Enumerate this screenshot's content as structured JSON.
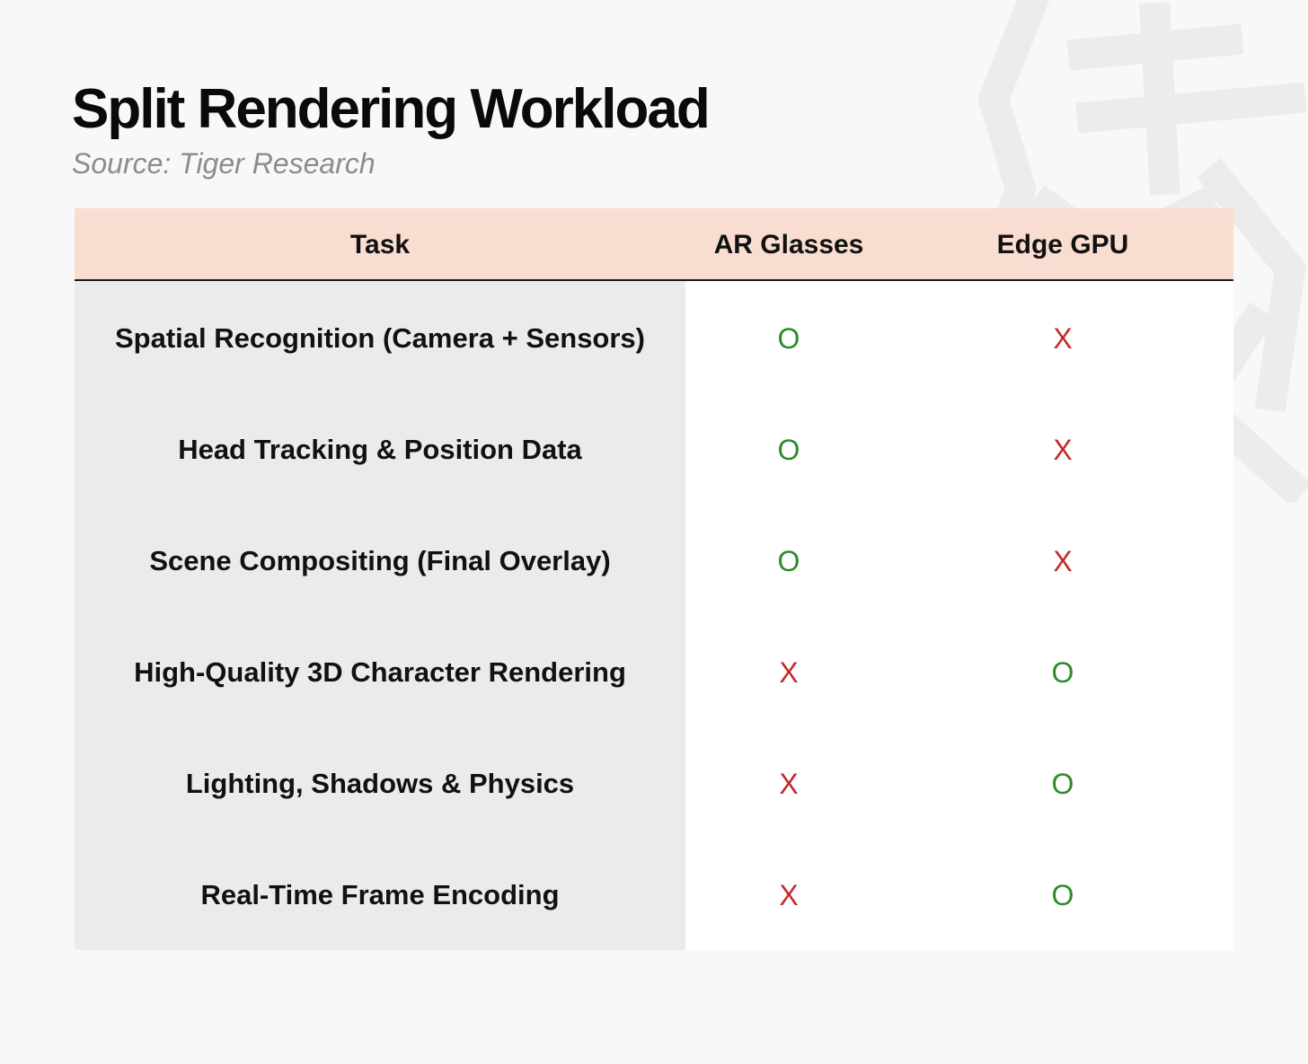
{
  "page": {
    "title": "Split Rendering Workload",
    "subtitle": "Source: Tiger Research"
  },
  "colors": {
    "background": "#f8f8f8",
    "header_bg": "#f8ddd0",
    "task_column_bg": "#ebebeb",
    "yes_color": "#2d8a2d",
    "no_color": "#c62828"
  },
  "chart_data": {
    "type": "table",
    "title": "Split Rendering Workload",
    "subtitle": "Source: Tiger Research",
    "columns": [
      "Task",
      "AR Glasses",
      "Edge GPU"
    ],
    "rows": [
      {
        "task": "Spatial Recognition (Camera + Sensors)",
        "ar": "O",
        "edge": "X"
      },
      {
        "task": "Head Tracking & Position Data",
        "ar": "O",
        "edge": "X"
      },
      {
        "task": "Scene Compositing (Final Overlay)",
        "ar": "O",
        "edge": "X"
      },
      {
        "task": "High-Quality 3D Character Rendering",
        "ar": "X",
        "edge": "O"
      },
      {
        "task": "Lighting, Shadows & Physics",
        "ar": "X",
        "edge": "O"
      },
      {
        "task": "Real-Time Frame Encoding",
        "ar": "X",
        "edge": "O"
      }
    ]
  }
}
